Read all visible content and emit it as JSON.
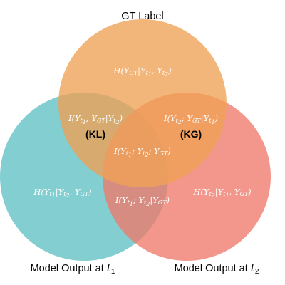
{
  "diagram": {
    "sets": {
      "gt": {
        "label": "GT Label",
        "color": "#f0a255"
      },
      "t1": {
        "label": "Model Output at t1",
        "color": "#5fc0c4"
      },
      "t2": {
        "label": "Model Output at t2",
        "color": "#f07a6c"
      }
    },
    "regions": {
      "h_gt_only": "H(YGT|Yt1, Yt2)",
      "i_t1_gt_given_t2": "I(Yt1; YGT|Yt2)",
      "i_t2_gt_given_t1": "I(Yt2; YGT|Yt1)",
      "i_all": "I(Yt1; Yt2; YGT)",
      "h_t1_only": "H(Yt1|Yt2, YGT)",
      "h_t2_only": "H(Yt2|Yt1, YGT)",
      "i_t1_t2_given_gt": "I(Yt1; Yt2|YGT)"
    },
    "tags": {
      "kl": "(KL)",
      "kg": "(KG)"
    }
  }
}
